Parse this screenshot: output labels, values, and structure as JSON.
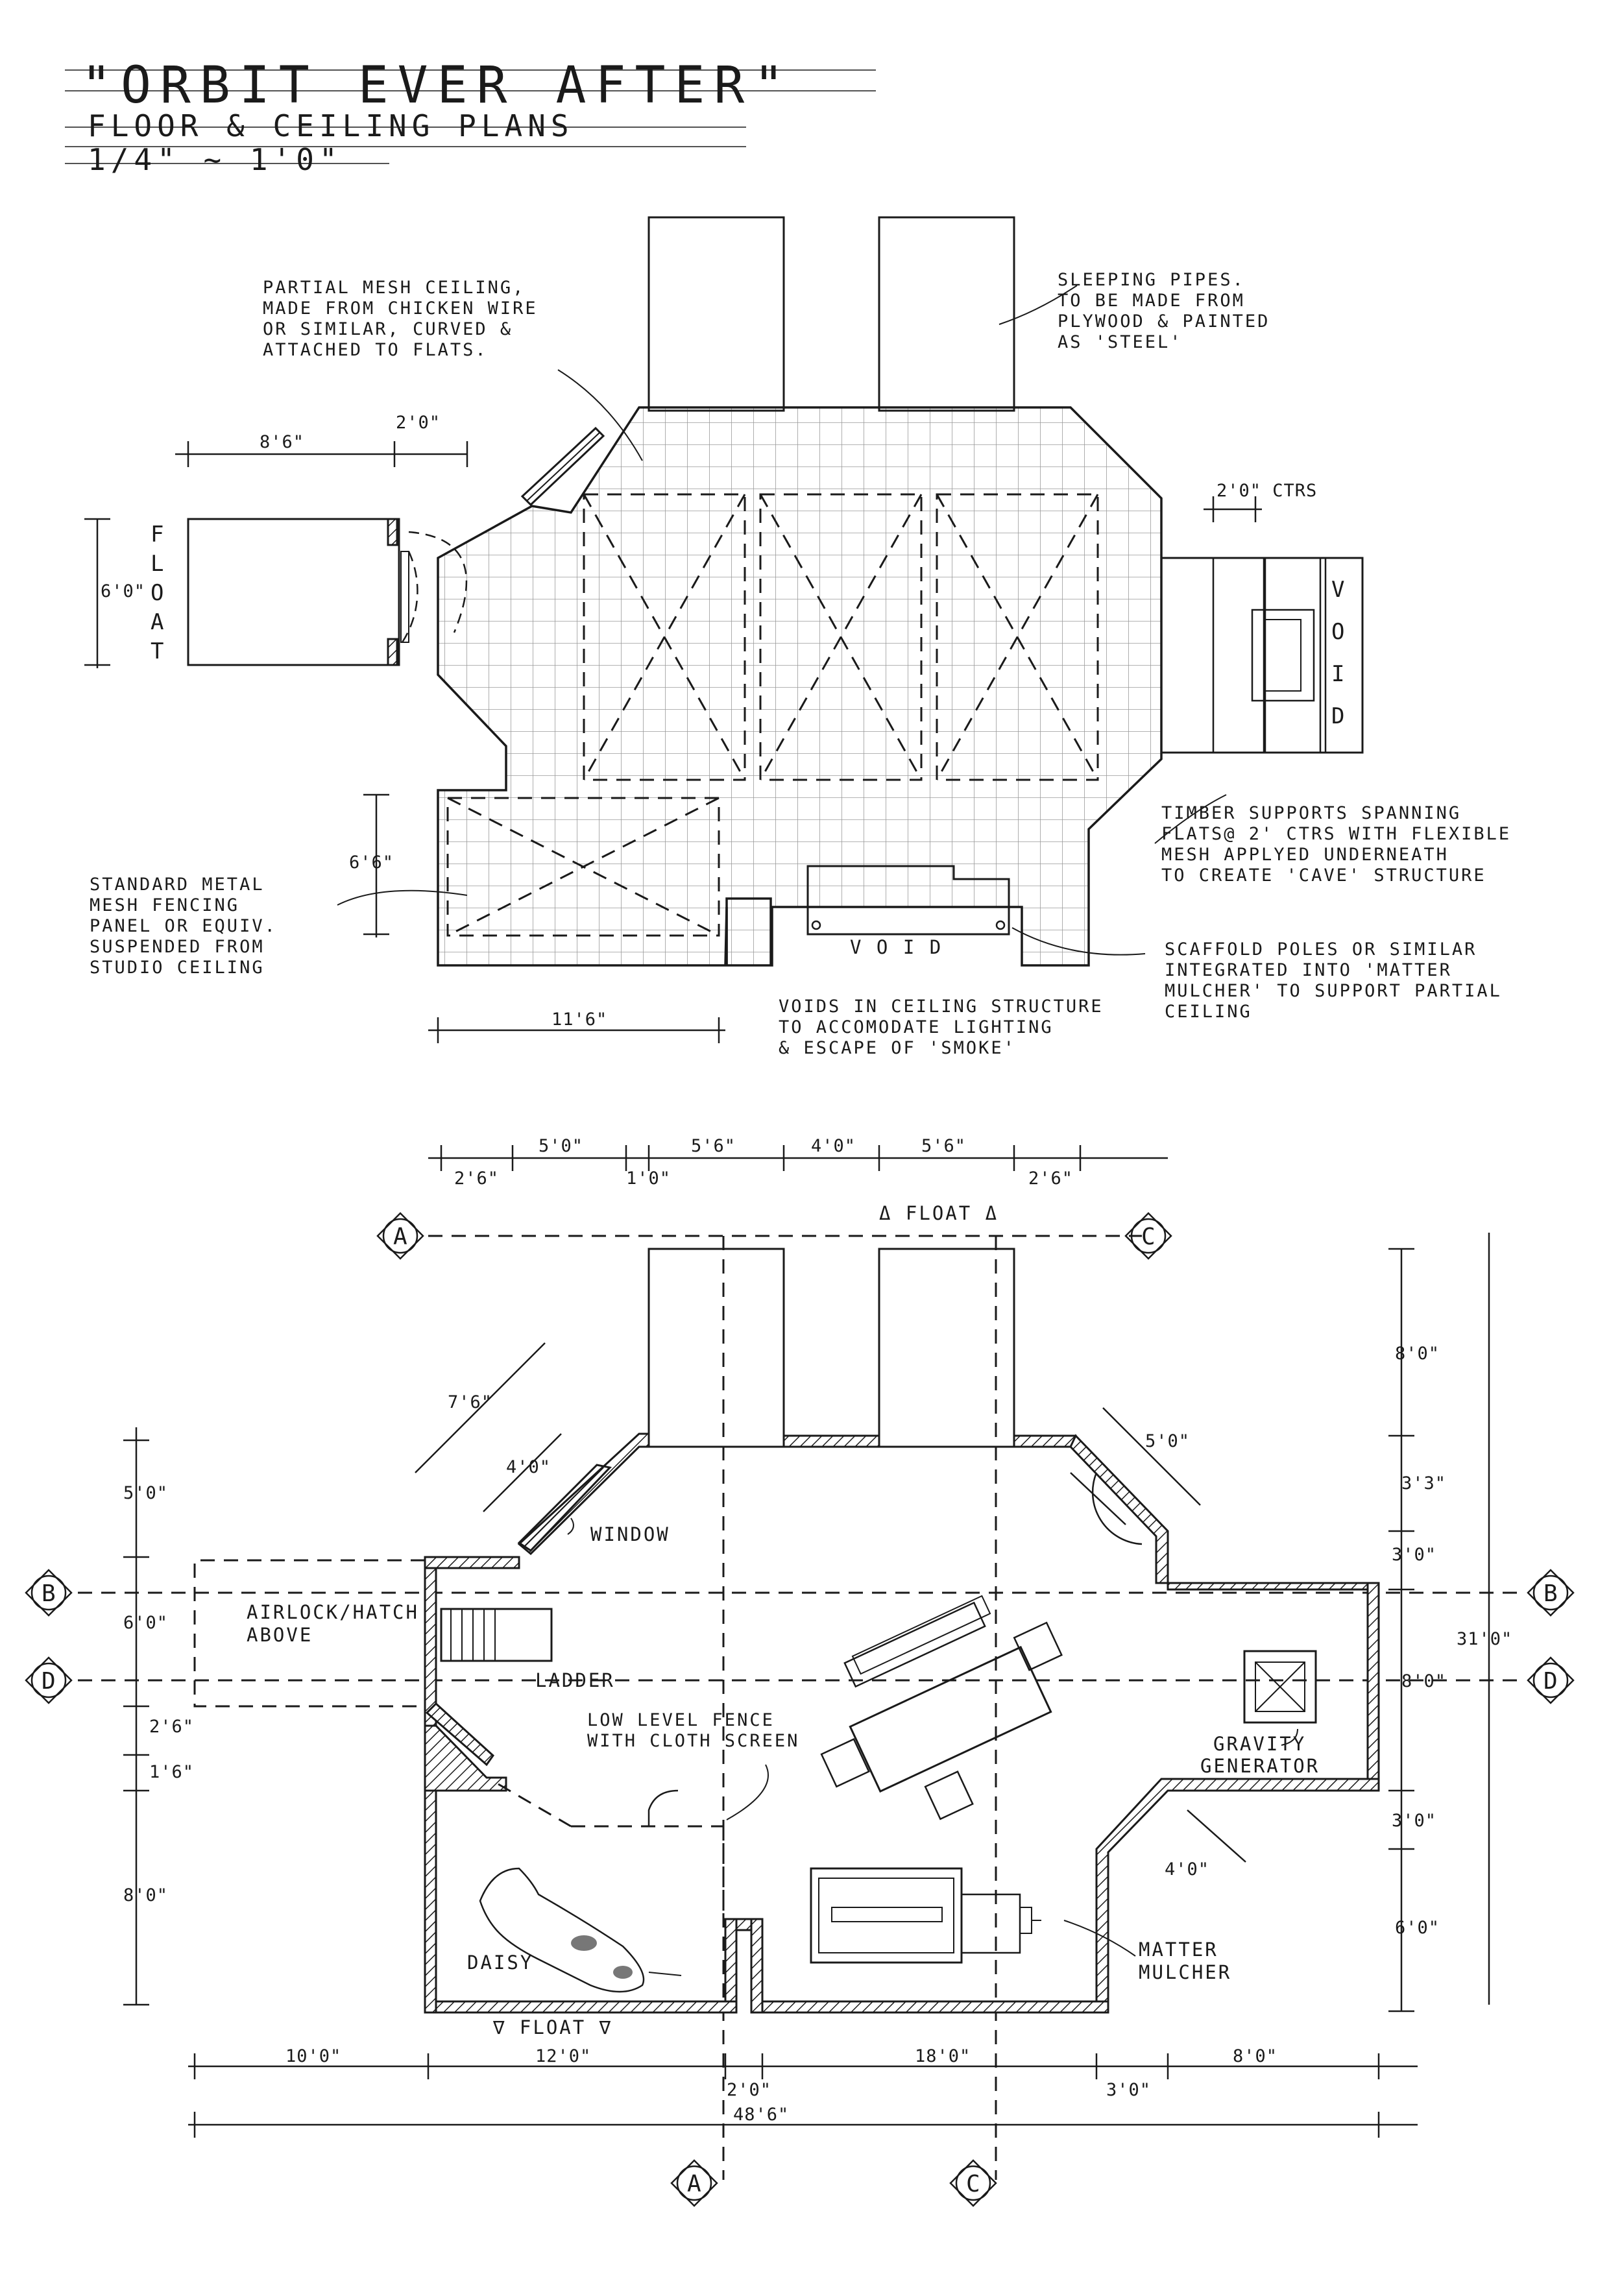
{
  "title": {
    "main": "\"ORBIT EVER AFTER\"",
    "subtitle": "FLOOR & CEILING PLANS",
    "scale": "1/4\" ~ 1'0\""
  },
  "ceiling_plan": {
    "notes": {
      "mesh_ceiling": [
        "PARTIAL MESH CEILING,",
        "MADE FROM CHICKEN WIRE",
        "OR SIMILAR, CURVED &",
        "ATTACHED TO FLATS."
      ],
      "sleeping_pipes": [
        "SLEEPING PIPES.",
        "TO BE MADE FROM",
        "PLYWOOD & PAINTED",
        "AS 'STEEL'"
      ],
      "timber_supports": [
        "TIMBER SUPPORTS SPANNING",
        "FLATS@ 2' CTRS WITH FLEXIBLE",
        "MESH APPLYED UNDERNEATH",
        "TO CREATE 'CAVE' STRUCTURE"
      ],
      "metal_mesh": [
        "STANDARD METAL",
        "MESH FENCING",
        "PANEL OR EQUIV.",
        "SUSPENDED FROM",
        "STUDIO CEILING"
      ],
      "scaffold": [
        "SCAFFOLD POLES OR SIMILAR",
        "INTEGRATED INTO 'MATTER",
        "MULCHER' TO SUPPORT PARTIAL",
        "CEILING"
      ],
      "voids": [
        "VOIDS IN CEILING STRUCTURE",
        "TO ACCOMODATE LIGHTING",
        "& ESCAPE OF 'SMOKE'"
      ]
    },
    "labels": {
      "float": "FLOAT",
      "void_right": "VOID",
      "void_bottom": "V O I D"
    },
    "dimensions": {
      "d_8_6": "8'6\"",
      "d_2_0": "2'0\"",
      "d_6_0": "6'0\"",
      "d_2_0_ctrs": "2'0\" CTRS",
      "d_6_6": "6'6\"",
      "d_11_6": "11'6\""
    }
  },
  "floor_plan": {
    "labels": {
      "float_top": "Δ FLOAT Δ",
      "float_bottom": "∇ FLOAT ∇",
      "window": "WINDOW",
      "airlock": [
        "AIRLOCK/HATCH",
        "ABOVE"
      ],
      "ladder": "LADDER",
      "fence": [
        "LOW LEVEL FENCE",
        "WITH CLOTH SCREEN"
      ],
      "gravity": [
        "GRAVITY",
        "GENERATOR"
      ],
      "daisy": "DAISY",
      "matter": [
        "MATTER",
        "MULCHER"
      ]
    },
    "section_markers": [
      "A",
      "B",
      "C",
      "D"
    ],
    "top_dims": [
      "2'6\"",
      "5'0\"",
      "1'0\"",
      "5'6\"",
      "4'0\"",
      "5'6\"",
      "2'6\""
    ],
    "right_dims": [
      "8'0\"",
      "3'3\"",
      "3'0\"",
      "31'0\"",
      "8'0\"",
      "3'0\"",
      "6'0\""
    ],
    "left_dims": [
      "5'0\"",
      "6'0\"",
      "2'6\"",
      "1'6\"",
      "8'0\""
    ],
    "diag_dims": [
      "7'6\"",
      "4'0\"",
      "5'0\"",
      "4'0\""
    ],
    "bottom_dims": [
      "10'0\"",
      "12'0\"",
      "2'0\"",
      "18'0\"",
      "3'0\"",
      "8'0\"",
      "48'6\""
    ]
  }
}
